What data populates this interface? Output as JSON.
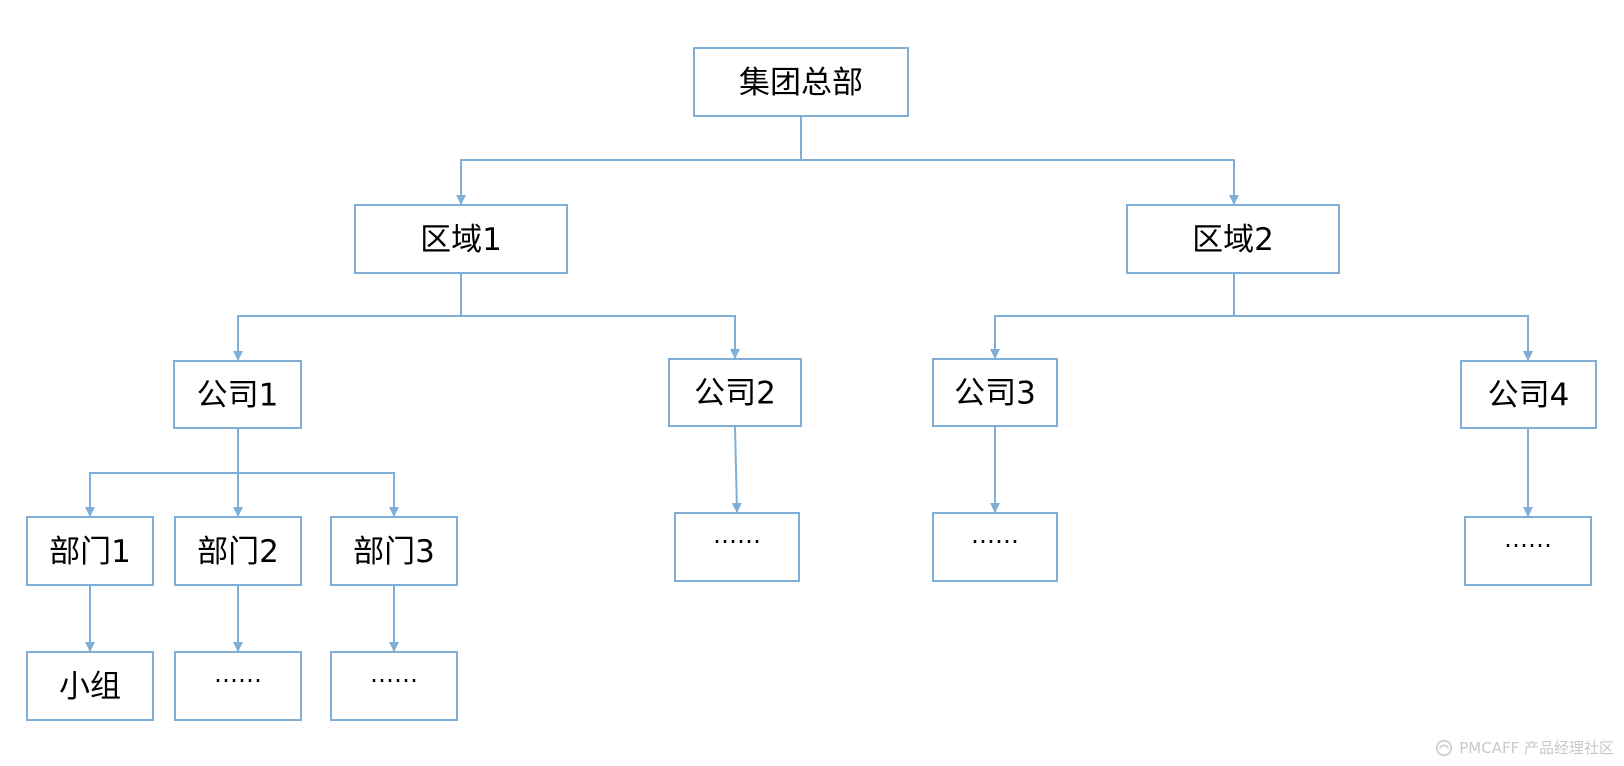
{
  "diagram": {
    "type": "org-chart",
    "colors": {
      "box_border": "#7fafd6",
      "connector": "#7fafd6",
      "text": "#000000",
      "background": "#ffffff"
    },
    "nodes": [
      {
        "id": "hq",
        "label": "集团总部"
      },
      {
        "id": "region1",
        "label": "区域1"
      },
      {
        "id": "region2",
        "label": "区域2"
      },
      {
        "id": "company1",
        "label": "公司1"
      },
      {
        "id": "company2",
        "label": "公司2"
      },
      {
        "id": "company3",
        "label": "公司3"
      },
      {
        "id": "company4",
        "label": "公司4"
      },
      {
        "id": "dept1",
        "label": "部门1"
      },
      {
        "id": "dept2",
        "label": "部门2"
      },
      {
        "id": "dept3",
        "label": "部门3"
      },
      {
        "id": "company2_more",
        "label": "……"
      },
      {
        "id": "company3_more",
        "label": "……"
      },
      {
        "id": "company4_more",
        "label": "……"
      },
      {
        "id": "team",
        "label": "小组"
      },
      {
        "id": "dept2_more",
        "label": "……"
      },
      {
        "id": "dept3_more",
        "label": "……"
      }
    ],
    "edges": [
      {
        "from": "hq",
        "to": "region1"
      },
      {
        "from": "hq",
        "to": "region2"
      },
      {
        "from": "region1",
        "to": "company1"
      },
      {
        "from": "region1",
        "to": "company2"
      },
      {
        "from": "region2",
        "to": "company3"
      },
      {
        "from": "region2",
        "to": "company4"
      },
      {
        "from": "company1",
        "to": "dept1"
      },
      {
        "from": "company1",
        "to": "dept2"
      },
      {
        "from": "company1",
        "to": "dept3"
      },
      {
        "from": "company2",
        "to": "company2_more"
      },
      {
        "from": "company3",
        "to": "company3_more"
      },
      {
        "from": "company4",
        "to": "company4_more"
      },
      {
        "from": "dept1",
        "to": "team"
      },
      {
        "from": "dept2",
        "to": "dept2_more"
      },
      {
        "from": "dept3",
        "to": "dept3_more"
      }
    ]
  },
  "watermark": {
    "text": "PMCAFF 产品经理社区",
    "icon": "pmcaff-logo-icon"
  }
}
